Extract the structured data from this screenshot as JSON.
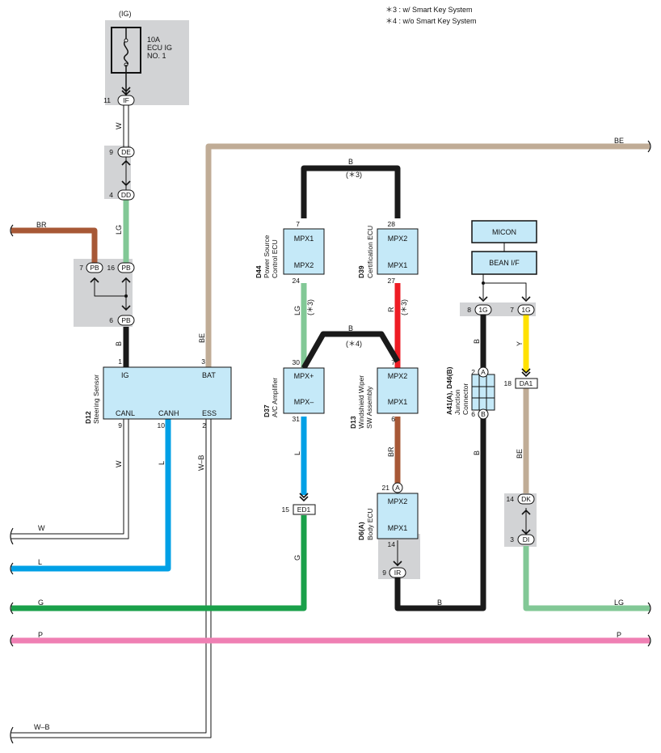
{
  "notes": {
    "n3": "＊3 : w/ Smart Key System",
    "n4": "＊4 : w/o Smart Key System"
  },
  "fuse": {
    "block": "(IG)",
    "amp": "10A",
    "name1": "ECU IG",
    "name2": "NO. 1"
  },
  "wire_colors": {
    "W": "W",
    "LG": "LG",
    "BR": "BR",
    "B": "B",
    "BE": "BE",
    "L": "L",
    "G": "G",
    "P": "P",
    "WB": "W–B",
    "R": "R",
    "Y": "Y"
  },
  "colors": {
    "tan": "#c0ac96",
    "brown": "#a75836",
    "green_light": "#82c896",
    "blue": "#00a0e6",
    "green": "#1aa04a",
    "pink": "#ef7fb3",
    "red": "#ee1c24",
    "yellow": "#ffe100",
    "black": "#1a1a1a",
    "gray": "#d2d3d5",
    "comp_fill": "#c5e9f8"
  },
  "connectors": {
    "IF": "IF",
    "DE": "DE",
    "DD": "DD",
    "PB": "PB",
    "ED1": "ED1",
    "IR": "IR",
    "1G": "1G",
    "DA1": "DA1",
    "DK": "DK",
    "DI": "DI",
    "A": "A",
    "B": "B"
  },
  "pins": {
    "if11": "11",
    "de9": "9",
    "dd4": "4",
    "pb7": "7",
    "pb16": "16",
    "pb6": "6",
    "d12_1": "1",
    "d12_3": "3",
    "d12_9": "9",
    "d12_10": "10",
    "d12_2": "2",
    "d44_7": "7",
    "d44_24": "24",
    "d39_28": "28",
    "d39_27": "27",
    "d37_30": "30",
    "d37_31": "31",
    "d13_7": "7",
    "d13_6": "6",
    "ed1_15": "15",
    "d6_21": "21",
    "d6_14": "14",
    "ir_9": "9",
    "g1_8": "8",
    "g1_7": "7",
    "jc_2": "2",
    "jc_6": "6",
    "da1_18": "18",
    "dk_14": "14",
    "di_3": "3"
  },
  "notes_inline": {
    "s3": "(＊3)",
    "s4": "(＊4)"
  },
  "components": {
    "d12": {
      "code": "D12",
      "name": "Steering Sensor",
      "ig": "IG",
      "bat": "BAT",
      "canl": "CANL",
      "canh": "CANH",
      "ess": "ESS"
    },
    "d44": {
      "code": "D44",
      "name1": "Power Source",
      "name2": "Control ECU",
      "p1": "MPX1",
      "p2": "MPX2"
    },
    "d39": {
      "code": "D39",
      "name": "Certification ECU",
      "p1": "MPX2",
      "p2": "MPX1"
    },
    "d37": {
      "code": "D37",
      "name": "A/C Amplifier",
      "p1": "MPX+",
      "p2": "MPX–"
    },
    "d13": {
      "code": "D13",
      "name1": "Windshield Wiper",
      "name2": "SW Assembly",
      "p1": "MPX2",
      "p2": "MPX1"
    },
    "d6": {
      "code": "D6(A)",
      "name": "Body ECU",
      "p1": "MPX2",
      "p2": "MPX1"
    },
    "jc": {
      "code": "A41(A), D46(B)",
      "name1": "Junction",
      "name2": "Connector"
    },
    "micon": "MICON",
    "bean": "BEAN I/F"
  }
}
